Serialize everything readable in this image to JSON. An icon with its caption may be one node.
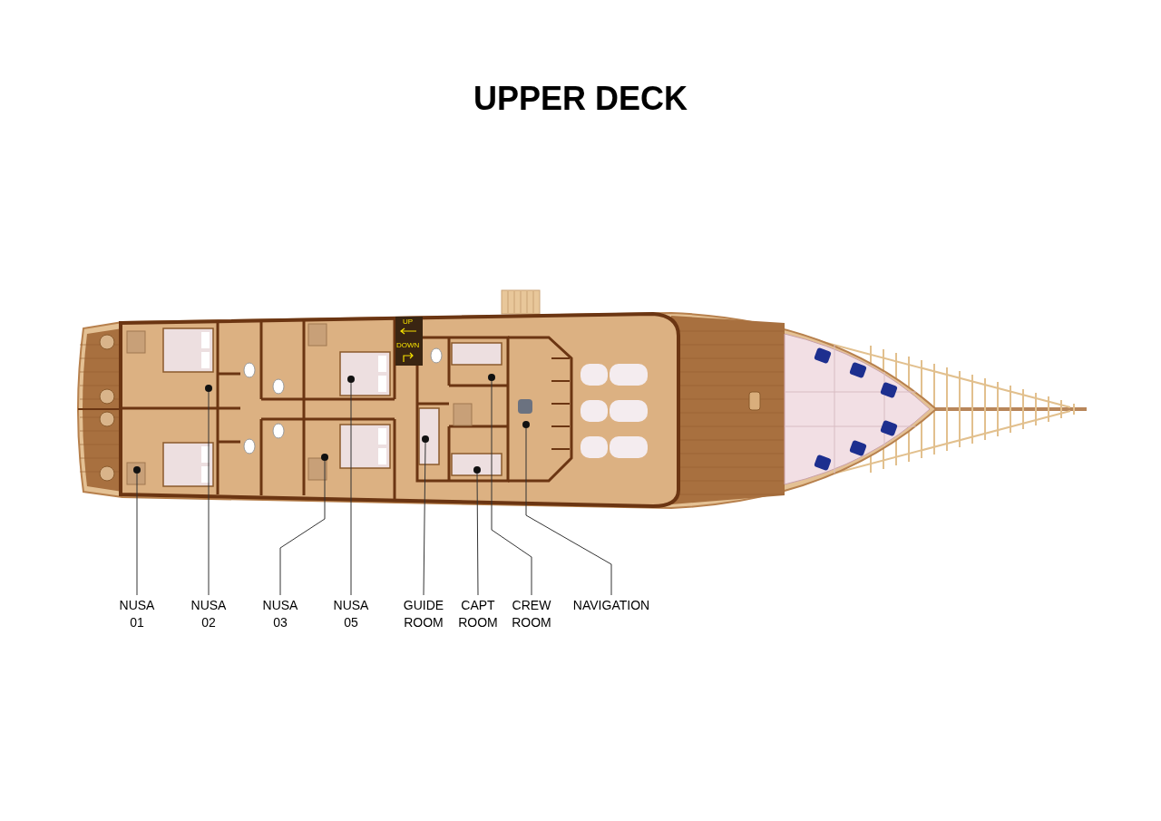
{
  "diagram": {
    "title": "UPPER DECK",
    "nodes": [
      {
        "text": [
          "NUSA 01"
        ]
      },
      {
        "text": [
          "NUSA 02"
        ]
      },
      {
        "text": [
          "NUSA 03"
        ]
      },
      {
        "text": [
          "NUSA 05"
        ]
      },
      {
        "text": [
          "GUIDE ROOM"
        ]
      },
      {
        "text": [
          "CAPT ROOM"
        ]
      },
      {
        "text": [
          "CREW ROOM"
        ]
      },
      {
        "text": [
          "NAVIGATION"
        ]
      },
      {
        "text": [],
        "shape": "circle"
      },
      {
        "text": [],
        "shape": "circle"
      },
      {
        "text": [],
        "shape": "circle"
      },
      {
        "text": [],
        "shape": "circle"
      },
      {
        "text": [],
        "shape": "circle"
      },
      {
        "text": [],
        "shape": "circle"
      },
      {
        "text": [],
        "shape": "circle"
      },
      {
        "text": [],
        "shape": "circle"
      }
    ],
    "edges": [
      {
        "from": 0,
        "to": 8,
        "arrow": "none"
      },
      {
        "from": 1,
        "to": 9,
        "arrow": "none"
      },
      {
        "from": 2,
        "to": 10,
        "arrow": "none"
      },
      {
        "from": 3,
        "to": 11,
        "arrow": "none"
      },
      {
        "from": 4,
        "to": 12,
        "arrow": "none"
      },
      {
        "from": 5,
        "to": 13,
        "arrow": "none"
      },
      {
        "from": 6,
        "to": 14,
        "arrow": "none"
      },
      {
        "from": 7,
        "to": 15,
        "arrow": "none"
      }
    ],
    "labels": [
      "UP",
      "DOWN"
    ]
  }
}
